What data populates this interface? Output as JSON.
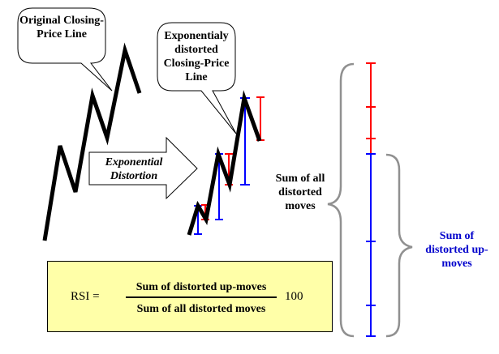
{
  "callouts": {
    "original": "Original Closing-Price Line",
    "distorted": "Exponentialy distorted Closing-Price Line"
  },
  "arrow_label": "Exponential Distortion",
  "sum_all_label": "Sum of all distorted moves",
  "sum_up_label": "Sum of distorted up-moves",
  "formula": {
    "lhs": "RSI =",
    "numerator": "Sum of distorted up-moves",
    "denominator": "Sum of all distorted moves",
    "multiplier": "100"
  },
  "colors": {
    "up": "#0000ff",
    "down": "#ff0000",
    "brace": "#909090",
    "formula_bg": "#ffffa8"
  }
}
